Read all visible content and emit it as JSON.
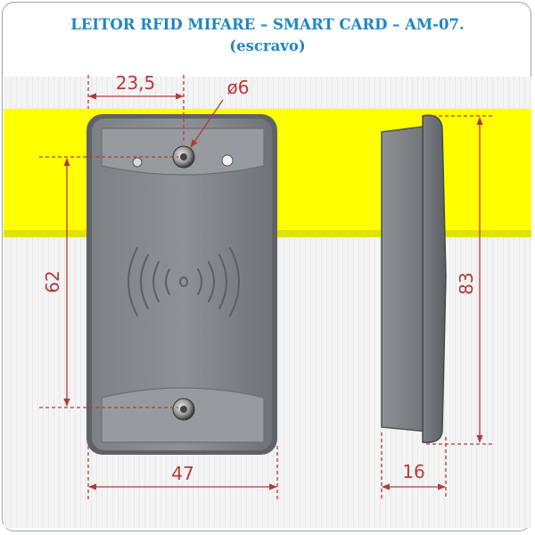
{
  "title": {
    "line1": "LEITOR RFID MIFARE – SMART CARD – AM-07.",
    "line2": "(escravo)"
  },
  "dimensions": {
    "width_top": "23,5",
    "hole_diameter": "ø6",
    "height_holes": "62",
    "width_total": "47",
    "height_total": "83",
    "depth": "16"
  },
  "colors": {
    "title": "#1f86c4",
    "dimension": "#b53a3a",
    "band": "#ffff00",
    "device": "#8a8e92"
  }
}
